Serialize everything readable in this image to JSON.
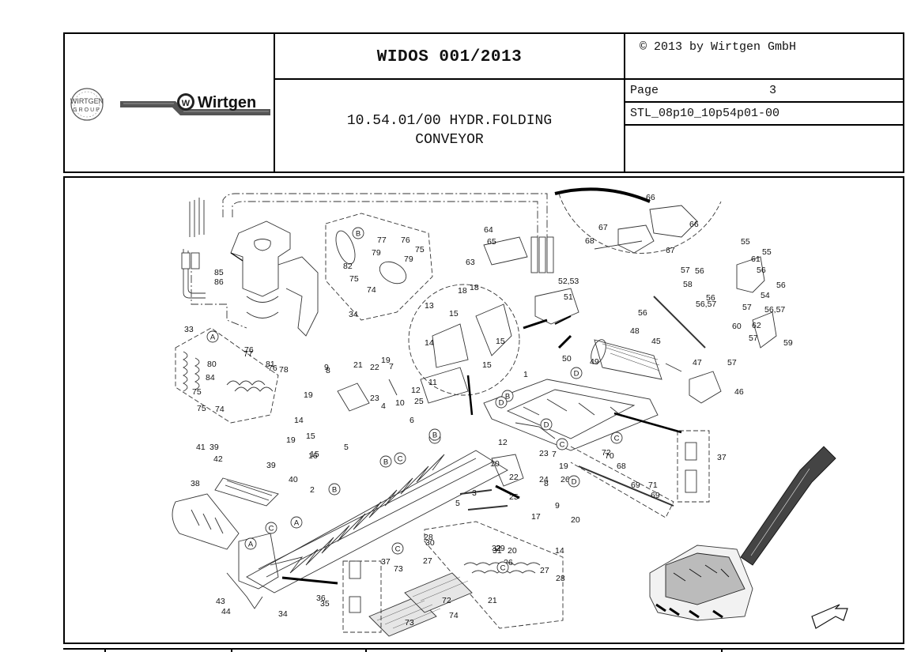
{
  "header": {
    "title": "WIDOS 001/2013",
    "copyright": "© 2013 by Wirtgen GmbH",
    "description_line1": "10.54.01/00 HYDR.FOLDING",
    "description_line2": "CONVEYOR",
    "page_label": "Page",
    "page_number": "3",
    "stl_code": "STL_08p10_10p54p01-00"
  },
  "logos": {
    "group_logo_line1": "WIRTGEN",
    "group_logo_line2": "GROUP",
    "brand_logo_text": "Wirtgen",
    "brand_logo_mark": "W"
  },
  "callouts": [
    "1",
    "2",
    "3",
    "4",
    "5",
    "5",
    "6",
    "7",
    "7",
    "8",
    "8",
    "9",
    "9",
    "10",
    "10",
    "11",
    "12",
    "12",
    "13",
    "14",
    "14",
    "14",
    "15",
    "15",
    "15",
    "15",
    "15",
    "16",
    "17",
    "18",
    "18",
    "19",
    "19",
    "19",
    "19",
    "20",
    "20",
    "21",
    "21",
    "22",
    "22",
    "23",
    "23",
    "24",
    "25",
    "25",
    "26",
    "26",
    "27",
    "27",
    "28",
    "28",
    "29",
    "30",
    "31",
    "32",
    "33",
    "34",
    "34",
    "35",
    "36",
    "37",
    "37",
    "38",
    "39",
    "39",
    "40",
    "41",
    "42",
    "43",
    "44",
    "45",
    "46",
    "47",
    "48",
    "49",
    "50",
    "51",
    "52,53",
    "54",
    "55",
    "55",
    "56",
    "56",
    "56",
    "56",
    "56",
    "56,57",
    "56,57",
    "57",
    "57",
    "57",
    "57",
    "58",
    "59",
    "60",
    "61",
    "62",
    "63",
    "64",
    "65",
    "66",
    "66",
    "67",
    "67",
    "68",
    "68",
    "69",
    "69",
    "70",
    "71",
    "72",
    "72",
    "73",
    "73",
    "74",
    "74",
    "74",
    "75",
    "75",
    "75",
    "75",
    "76",
    "76",
    "76",
    "77",
    "77",
    "78",
    "79",
    "79",
    "80",
    "81",
    "82",
    "84",
    "85",
    "86"
  ],
  "group_labels": [
    "A",
    "A",
    "A",
    "B",
    "B",
    "B",
    "B",
    "B",
    "B",
    "C",
    "C",
    "C",
    "C",
    "C",
    "C",
    "D",
    "D",
    "D",
    "D"
  ]
}
